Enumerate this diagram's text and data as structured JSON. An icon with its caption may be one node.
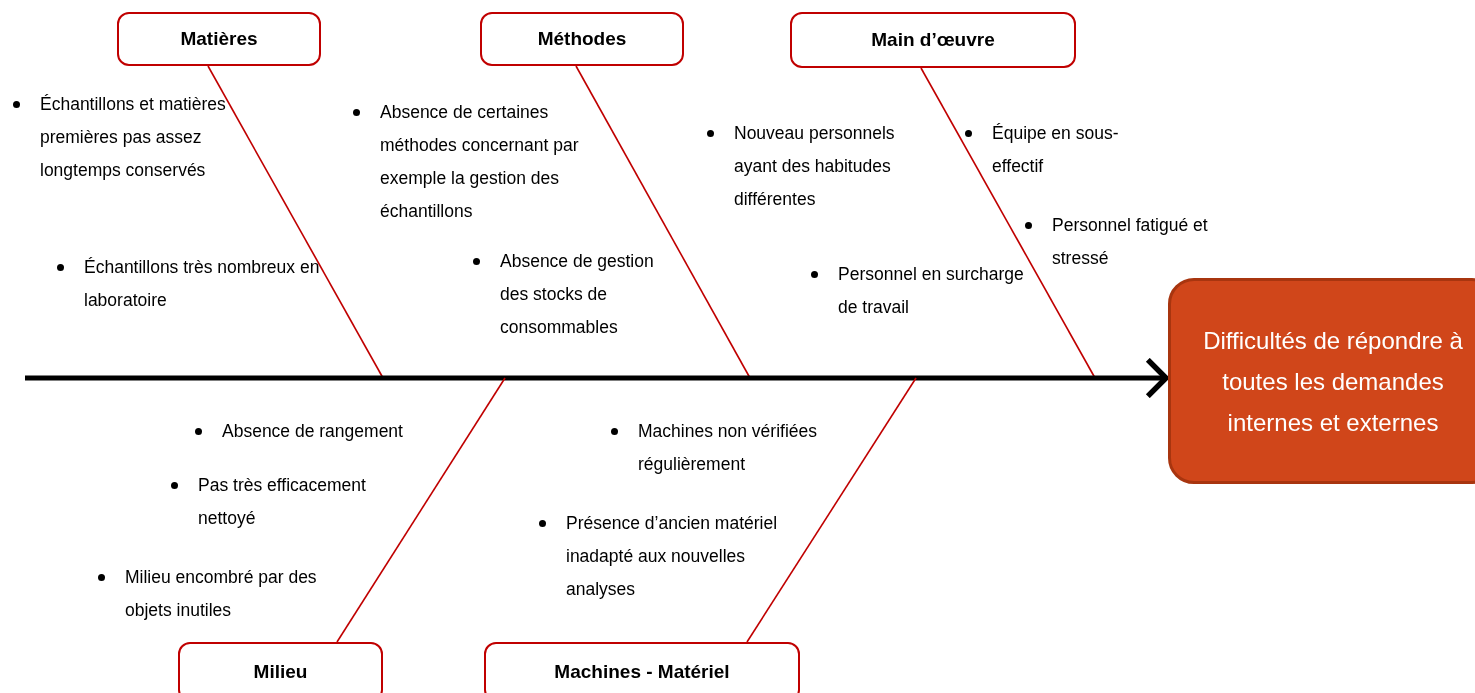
{
  "diagram": {
    "nodes": [
      {
        "text": [
          "Matières"
        ]
      },
      {
        "text": [
          "Méthodes"
        ]
      },
      {
        "text": [
          "Main d’œuvre"
        ]
      },
      {
        "text": [
          "Difficultés de répondre à toutes les demandes internes et externes"
        ]
      },
      {
        "text": [
          "Milieu"
        ]
      },
      {
        "text": [
          "Machines - Matériel"
        ]
      }
    ],
    "edges": [
      {
        "from": 0,
        "to": null,
        "arrow": "none"
      },
      {
        "from": 1,
        "to": null,
        "arrow": "none"
      },
      {
        "from": 2,
        "to": null,
        "arrow": "none"
      },
      {
        "from": null,
        "to": 3,
        "arrow": "to",
        "style": "thick",
        "color": "#000000"
      },
      {
        "from": 4,
        "to": null,
        "arrow": "none"
      },
      {
        "from": 5,
        "to": null,
        "arrow": "none"
      }
    ],
    "labels": [
      "Échantillons et matières premières pas assez longtemps conservés",
      "Échantillons très nombreux en laboratoire",
      "Absence de certaines méthodes concernant par exemple la gestion des échantillons",
      "Absence de gestion des stocks de consommables",
      "Nouveau personnels ayant des habitudes différentes",
      "Équipe en sous-effectif",
      "Personnel fatigué et stressé",
      "Personnel en surcharge de travail",
      "Absence de rangement",
      "Pas très efficacement nettoyé",
      "Machines non vérifiées régulièrement",
      "Présence d’ancien matériel inadapté aux nouvelles analyses",
      "Milieu encombré par des objets inutiles"
    ]
  }
}
